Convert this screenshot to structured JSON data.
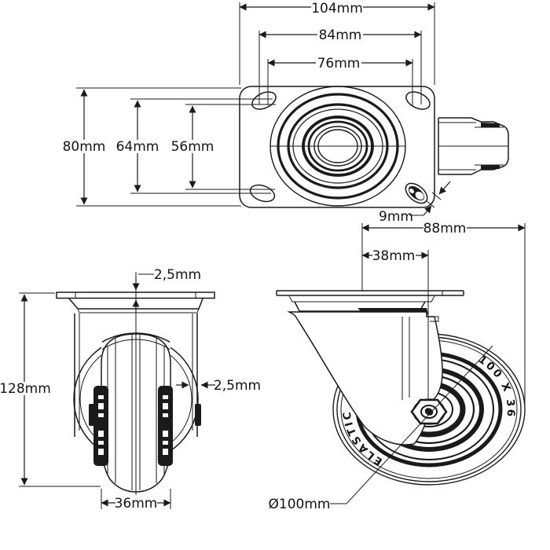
{
  "drawing": {
    "top_view": {
      "labels": {
        "plate_width": "104mm",
        "bolt_span_outer": "84mm",
        "bolt_span_inner": "76mm",
        "plate_height": "80mm",
        "bolt_span_outer_v": "64mm",
        "bolt_span_inner_v": "56mm",
        "hole_width": "9mm"
      }
    },
    "front_view": {
      "labels": {
        "plate_thickness": "2,5mm",
        "fork_thickness": "2,5mm",
        "total_height": "128mm",
        "wheel_width": "36mm"
      }
    },
    "side_view": {
      "labels": {
        "plate_length": "88mm",
        "swivel_offset": "38mm",
        "wheel_diameter": "Ø100mm"
      },
      "wheel_markings": {
        "brand": "ELASTIC",
        "size": "100 X 36"
      }
    },
    "colors": {
      "line": "#1a1a1a",
      "background": "#ffffff"
    }
  }
}
